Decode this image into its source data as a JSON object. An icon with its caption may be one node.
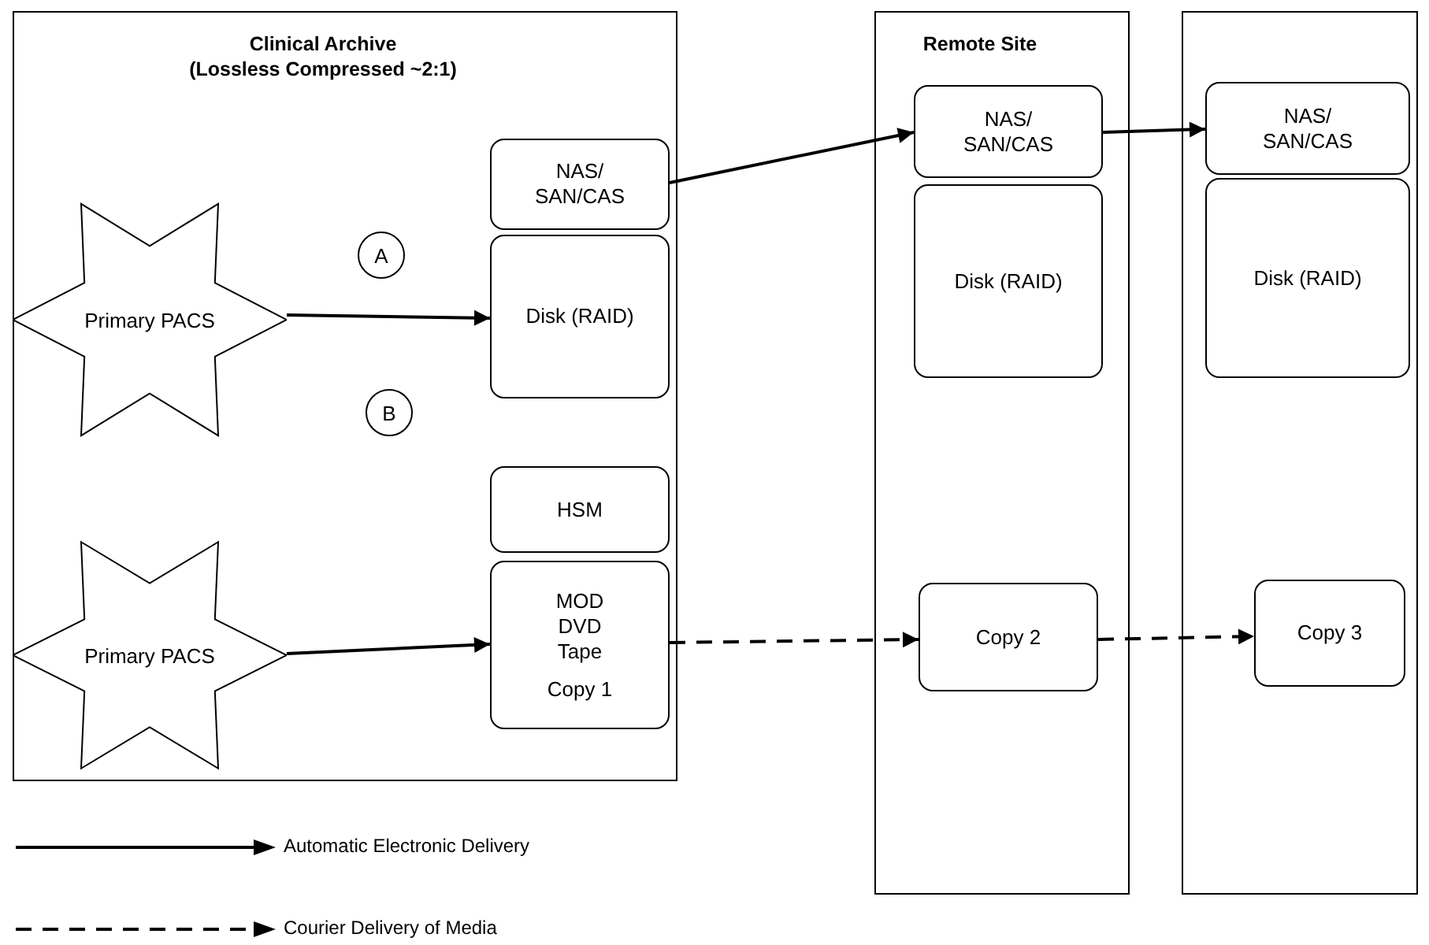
{
  "diagram": {
    "nodes": [
      {
        "text": [
          "Clinical Archive",
          "(Lossless Compressed ~2:1)"
        ]
      },
      {
        "text": [
          "NAS/ SAN/CAS"
        ],
        "in": 0
      },
      {
        "text": [
          "A"
        ],
        "in": 0
      },
      {
        "text": [
          "Primary PACS"
        ],
        "in": 0
      },
      {
        "text": [
          "Disk (RAID)"
        ],
        "in": 0
      },
      {
        "text": [
          "HSM"
        ],
        "in": 0
      },
      {
        "text": [
          "B"
        ],
        "in": 0
      },
      {
        "text": [
          "Primary PACS"
        ],
        "in": 0
      },
      {
        "text": [
          "MOD DVD Tape",
          "Copy 1"
        ],
        "in": 0
      },
      {
        "text": [
          "Remote Site"
        ]
      },
      {
        "text": [
          "NAS/ SAN/CAS"
        ],
        "in": 9
      },
      {
        "text": [
          "Disk (RAID)"
        ],
        "in": 9
      },
      {
        "text": [
          "Copy 2"
        ],
        "in": 9
      },
      {
        "text": [],
        "shape": "box"
      },
      {
        "text": [
          "NAS/ SAN/CAS"
        ],
        "in": 13
      },
      {
        "text": [
          "Disk (RAID)"
        ],
        "in": 13
      },
      {
        "text": [
          "Copy 3"
        ],
        "in": 13
      }
    ],
    "edges": [
      {
        "from": 3,
        "to": 4,
        "arrow": "to"
      },
      {
        "from": 1,
        "to": 10,
        "arrow": "to"
      },
      {
        "from": 10,
        "to": 14,
        "arrow": "to"
      },
      {
        "from": 7,
        "to": 8,
        "arrow": "to"
      },
      {
        "from": 8,
        "to": 12,
        "arrow": "to",
        "style": "dashed"
      },
      {
        "from": 12,
        "to": 16,
        "arrow": "to",
        "style": "dashed"
      }
    ],
    "legend": [
      {
        "text": "Automatic Electronic Delivery"
      },
      {
        "text": "Courier Delivery of Media"
      }
    ]
  }
}
